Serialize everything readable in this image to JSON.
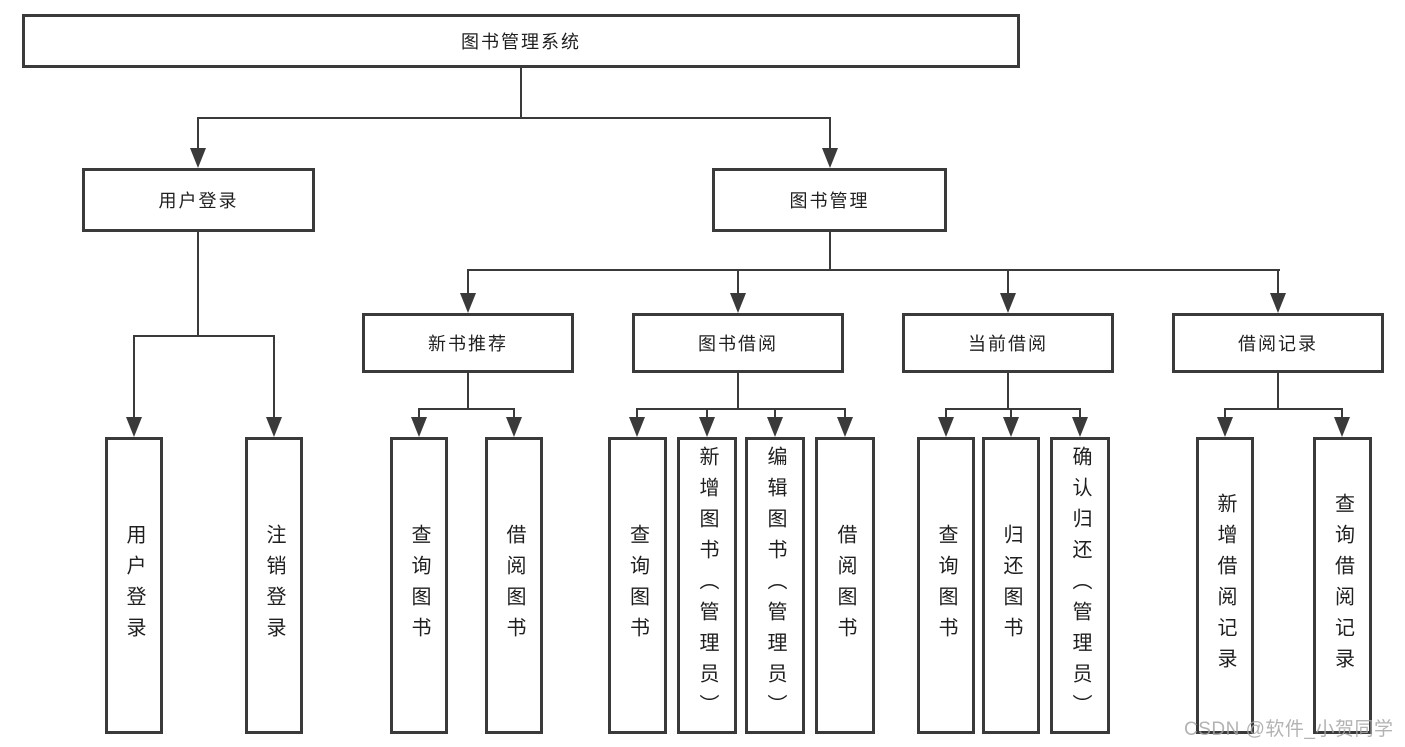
{
  "title": "图书管理系统",
  "watermark": "CSDN @软件_小贺同学",
  "colors": {
    "background": "#ffffff",
    "line": "#3a3a3a",
    "text": "#1f1f1f",
    "watermark": "#a6a6a6"
  },
  "tree": {
    "root": {
      "label": "图书管理系统"
    },
    "branches": [
      {
        "label": "用户登录",
        "children": [
          {
            "label": "用户登录"
          },
          {
            "label": "注销登录"
          }
        ]
      },
      {
        "label": "图书管理",
        "children": [
          {
            "label": "新书推荐",
            "children": [
              {
                "label": "查询图书"
              },
              {
                "label": "借阅图书"
              }
            ]
          },
          {
            "label": "图书借阅",
            "children": [
              {
                "label": "查询图书"
              },
              {
                "label": "新增图书（管理员）"
              },
              {
                "label": "编辑图书（管理员）"
              },
              {
                "label": "借阅图书"
              }
            ]
          },
          {
            "label": "当前借阅",
            "children": [
              {
                "label": "查询图书"
              },
              {
                "label": "归还图书"
              },
              {
                "label": "确认归还（管理员）"
              }
            ]
          },
          {
            "label": "借阅记录",
            "children": [
              {
                "label": "新增借阅记录"
              },
              {
                "label": "查询借阅记录"
              }
            ]
          }
        ]
      }
    ]
  }
}
